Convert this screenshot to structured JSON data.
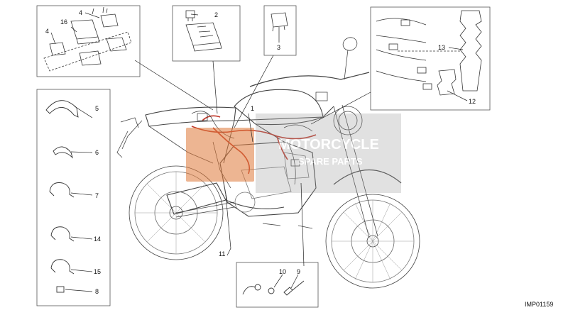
{
  "diagram": {
    "image_code": "IMP01159",
    "callouts": {
      "c1": "1",
      "c2": "2",
      "c3": "3",
      "c4a": "4",
      "c4b": "4",
      "c5": "5",
      "c6": "6",
      "c7": "7",
      "c8": "8",
      "c9": "9",
      "c10": "10",
      "c11": "11",
      "c12": "12",
      "c13": "13",
      "c14": "14",
      "c15": "15",
      "c16": "16"
    }
  },
  "watermark": {
    "logo_text": "MOTORCYCLE",
    "sub_text": "SPARE PARTS",
    "color": "#e07a3a"
  }
}
